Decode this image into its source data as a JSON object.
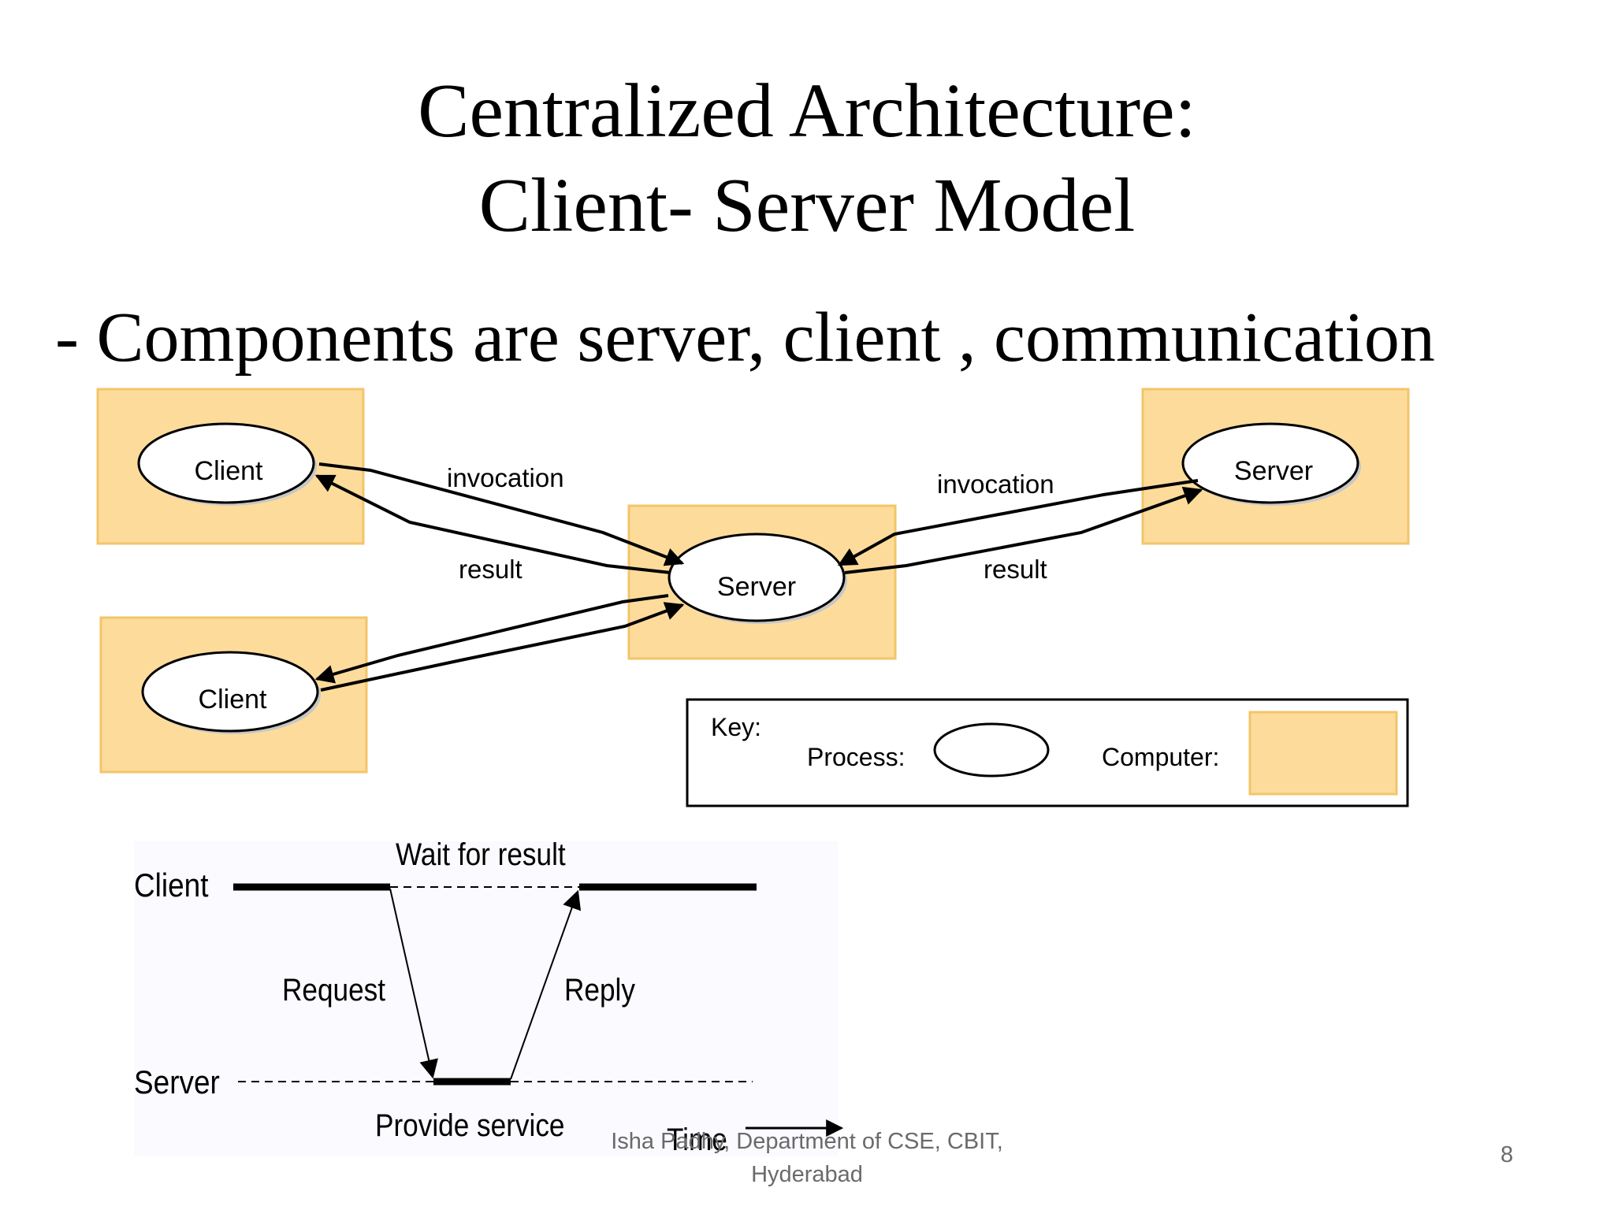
{
  "slide": {
    "title_line1": "Centralized Architecture:",
    "title_line2": "Client- Server Model",
    "bullet": "- Components are server, client , communication",
    "footer_line1": "Isha Padhy, Department of CSE, CBIT,",
    "footer_line2": "Hyderabad",
    "page_number": "8"
  },
  "top_diagram": {
    "client1": "Client",
    "client2": "Client",
    "server_mid": "Server",
    "server_right": "Server",
    "invocation_left": "invocation",
    "result_left": "result",
    "invocation_right": "invocation",
    "result_right": "result",
    "key_label": "Key:",
    "key_process": "Process:",
    "key_computer": "Computer:",
    "computer_fill": "#fddc9b"
  },
  "timing_diagram": {
    "client": "Client",
    "server": "Server",
    "wait": "Wait for result",
    "request": "Request",
    "reply": "Reply",
    "provide": "Provide service",
    "time": "Time"
  }
}
